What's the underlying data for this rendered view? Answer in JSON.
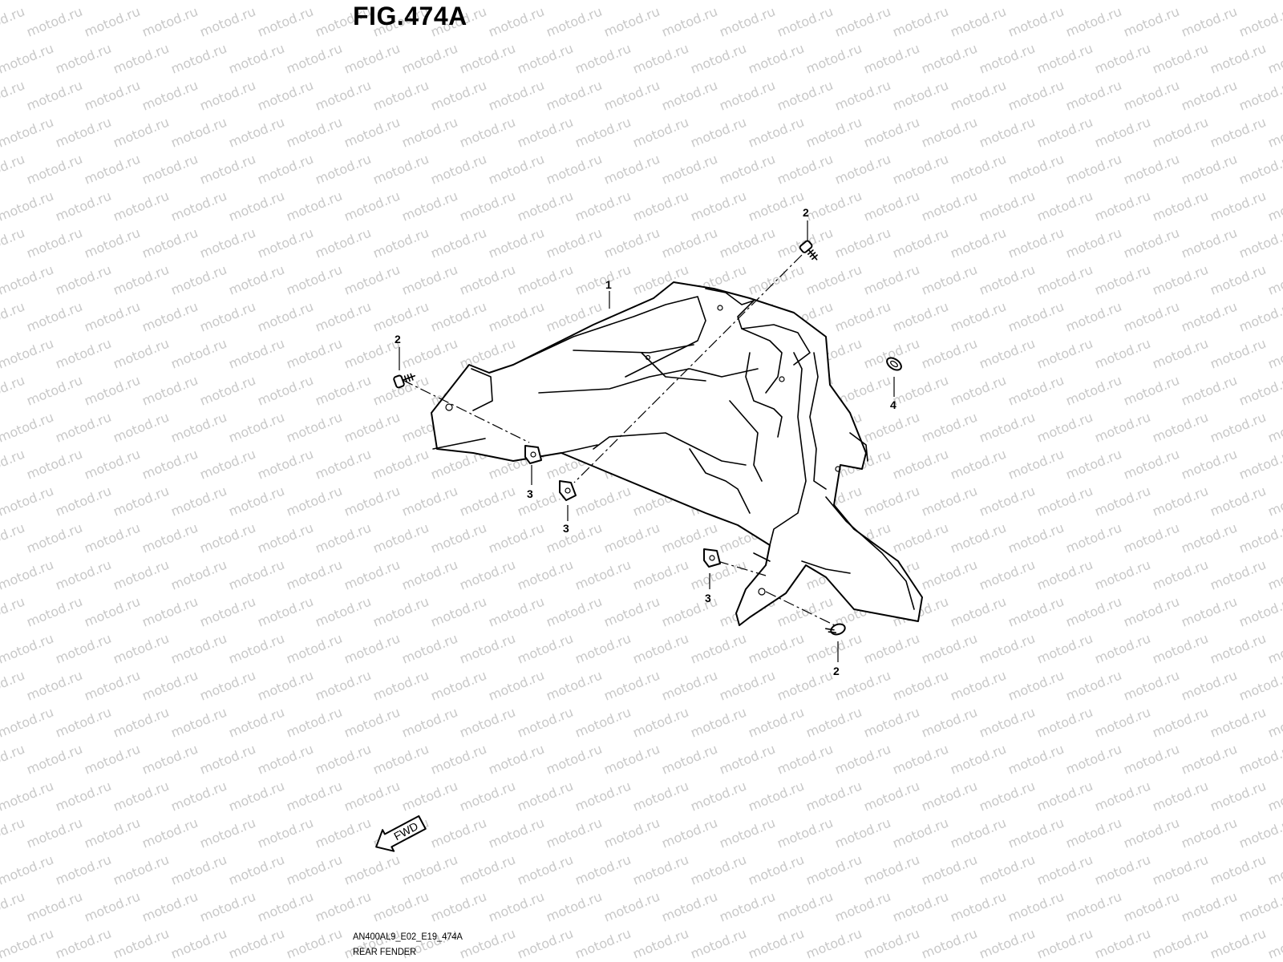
{
  "figure": {
    "title": "FIG.474A",
    "code": "AN400AL9_E02_E19_474A",
    "name": "REAR FENDER"
  },
  "watermark": {
    "text": "motod.ru",
    "color": "#c8c8c8"
  },
  "direction_marker": {
    "label": "FWD",
    "icon": "arrow-left-down"
  },
  "callouts": [
    {
      "id": "c1",
      "label": "1"
    },
    {
      "id": "c2a",
      "label": "2"
    },
    {
      "id": "c2b",
      "label": "2"
    },
    {
      "id": "c2c",
      "label": "2"
    },
    {
      "id": "c3a",
      "label": "3"
    },
    {
      "id": "c3b",
      "label": "3"
    },
    {
      "id": "c3c",
      "label": "3"
    },
    {
      "id": "c4",
      "label": "4"
    }
  ]
}
